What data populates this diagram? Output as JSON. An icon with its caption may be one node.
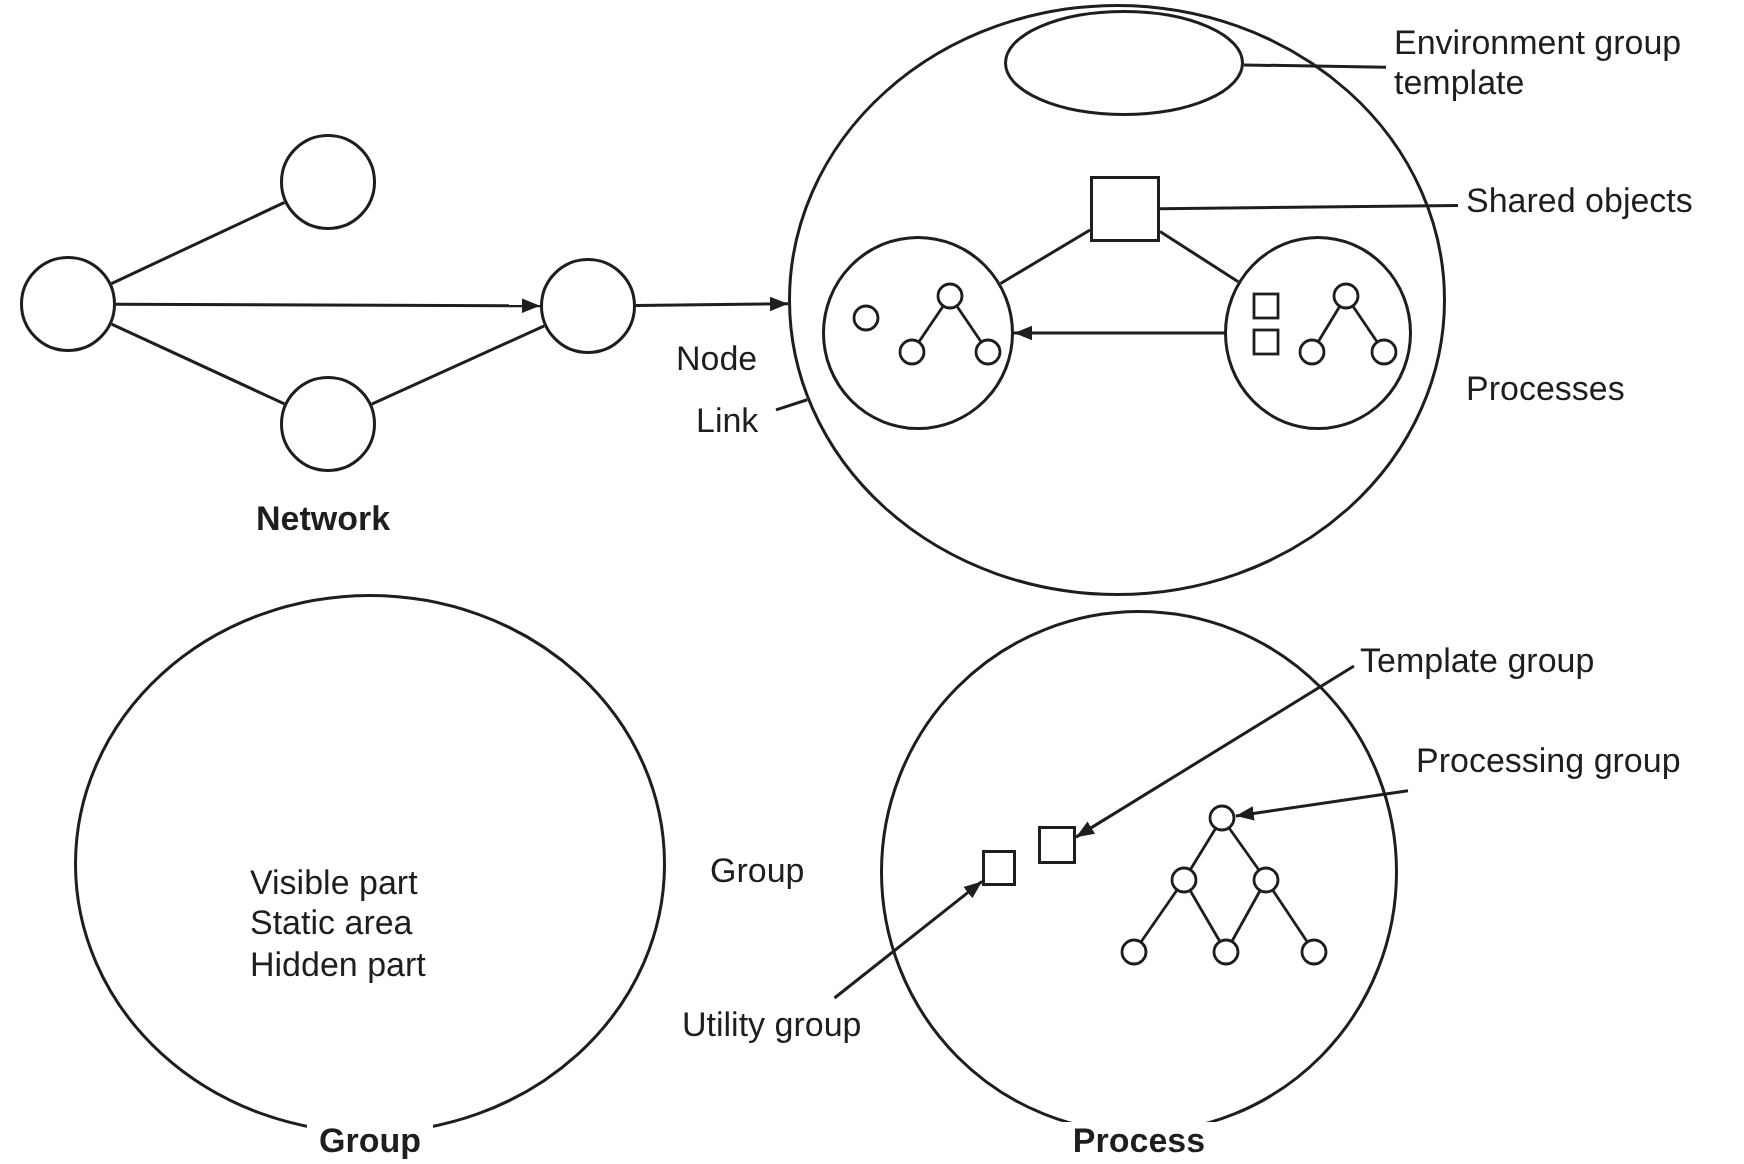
{
  "diagram": {
    "nodes": [
      {
        "text": [],
        "shape": "circle"
      },
      {
        "text": [],
        "shape": "circle"
      },
      {
        "text": [],
        "shape": "circle"
      },
      {
        "text": [],
        "shape": "circle"
      },
      {
        "text": [],
        "shape": "circle"
      },
      {
        "text": [],
        "shape": "ellipse",
        "in": 4
      },
      {
        "text": [
          "Environment group template"
        ]
      },
      {
        "text": [],
        "shape": "box",
        "in": 4
      },
      {
        "text": [
          "Shared objects"
        ]
      },
      {
        "text": [],
        "shape": "circle",
        "in": 4
      },
      {
        "text": [],
        "shape": "circle",
        "in": 4
      },
      {
        "text": [
          "Link"
        ]
      },
      {
        "text": [
          "Visible part",
          "Static area",
          "Hidden part",
          "Group"
        ]
      },
      {
        "text": [
          "Process"
        ]
      },
      {
        "text": [],
        "shape": "box",
        "in": 13
      },
      {
        "text": [],
        "shape": "box",
        "in": 13
      },
      {
        "text": [],
        "shape": "tree",
        "in": 13
      },
      {
        "text": [
          "Template group"
        ]
      },
      {
        "text": [
          "Processing group"
        ]
      },
      {
        "text": [
          "Utility group"
        ]
      }
    ],
    "edges": [
      {
        "from": 0,
        "to": 1,
        "arrow": "none"
      },
      {
        "from": 0,
        "to": 3,
        "arrow": "to"
      },
      {
        "from": 0,
        "to": 2,
        "arrow": "none"
      },
      {
        "from": 2,
        "to": 3,
        "arrow": "none"
      },
      {
        "from": 3,
        "to": 4,
        "arrow": "to"
      },
      {
        "from": 6,
        "to": 5,
        "arrow": "none"
      },
      {
        "from": 8,
        "to": 7,
        "arrow": "none"
      },
      {
        "from": 7,
        "to": 9,
        "arrow": "none"
      },
      {
        "from": 7,
        "to": 10,
        "arrow": "none"
      },
      {
        "from": 10,
        "to": 9,
        "arrow": "to"
      },
      {
        "from": 11,
        "to": 4,
        "arrow": "none"
      },
      {
        "from": 17,
        "to": 14,
        "arrow": "to"
      },
      {
        "from": 18,
        "to": 16,
        "arrow": "to"
      },
      {
        "from": 19,
        "to": 15,
        "arrow": "to"
      }
    ],
    "labels": [
      "Network",
      "Node",
      "Processes",
      "Group"
    ]
  }
}
